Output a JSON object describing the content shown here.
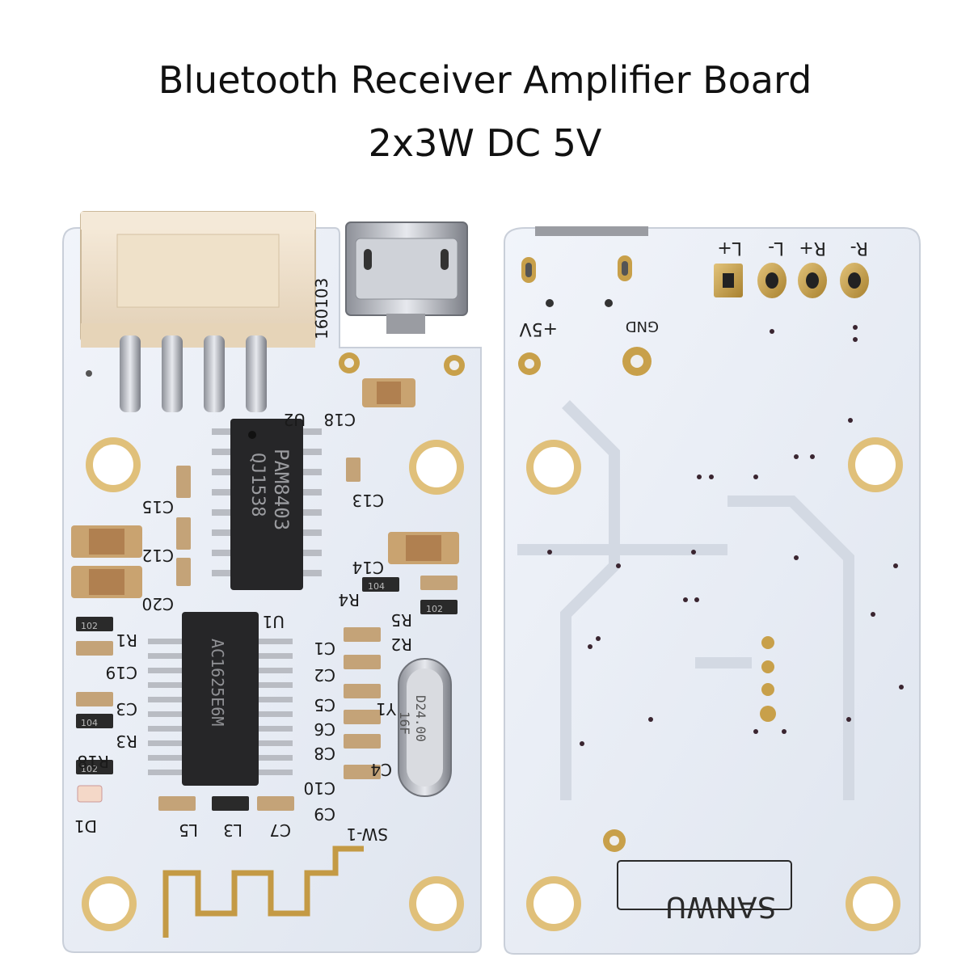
{
  "header": {
    "title": "Bluetooth Receiver Amplifier Board",
    "subtitle": "2x3W   DC 5V"
  },
  "front_board": {
    "chip_u2": "PAM8403",
    "chip_u2_code": "QJ1538",
    "chip_u1": "AC1625E6M",
    "crystal": "D24.00",
    "crystal_code": "16F",
    "date_code": "160103",
    "labels": [
      "U2",
      "C18",
      "C15",
      "C13",
      "C12",
      "C14",
      "C20",
      "R4",
      "U1",
      "R2",
      "R1",
      "C19",
      "C3",
      "R3",
      "R18",
      "D1",
      "C1",
      "C2",
      "C5",
      "C6",
      "C8",
      "C10",
      "C9",
      "Y1",
      "SW-1",
      "L5",
      "L3",
      "C7",
      "C4",
      "R5"
    ],
    "resistor_values": [
      "104",
      "102",
      "102",
      "104",
      "102"
    ]
  },
  "back_board": {
    "pad_labels": [
      "L+",
      "L-",
      "R+",
      "R-"
    ],
    "power_label": "+5V",
    "gnd_label": "GND",
    "brand": "SANWU"
  },
  "colors": {
    "board": "#e8edf5",
    "gold": "#c8a04a",
    "connector": "#f2e4cf"
  }
}
